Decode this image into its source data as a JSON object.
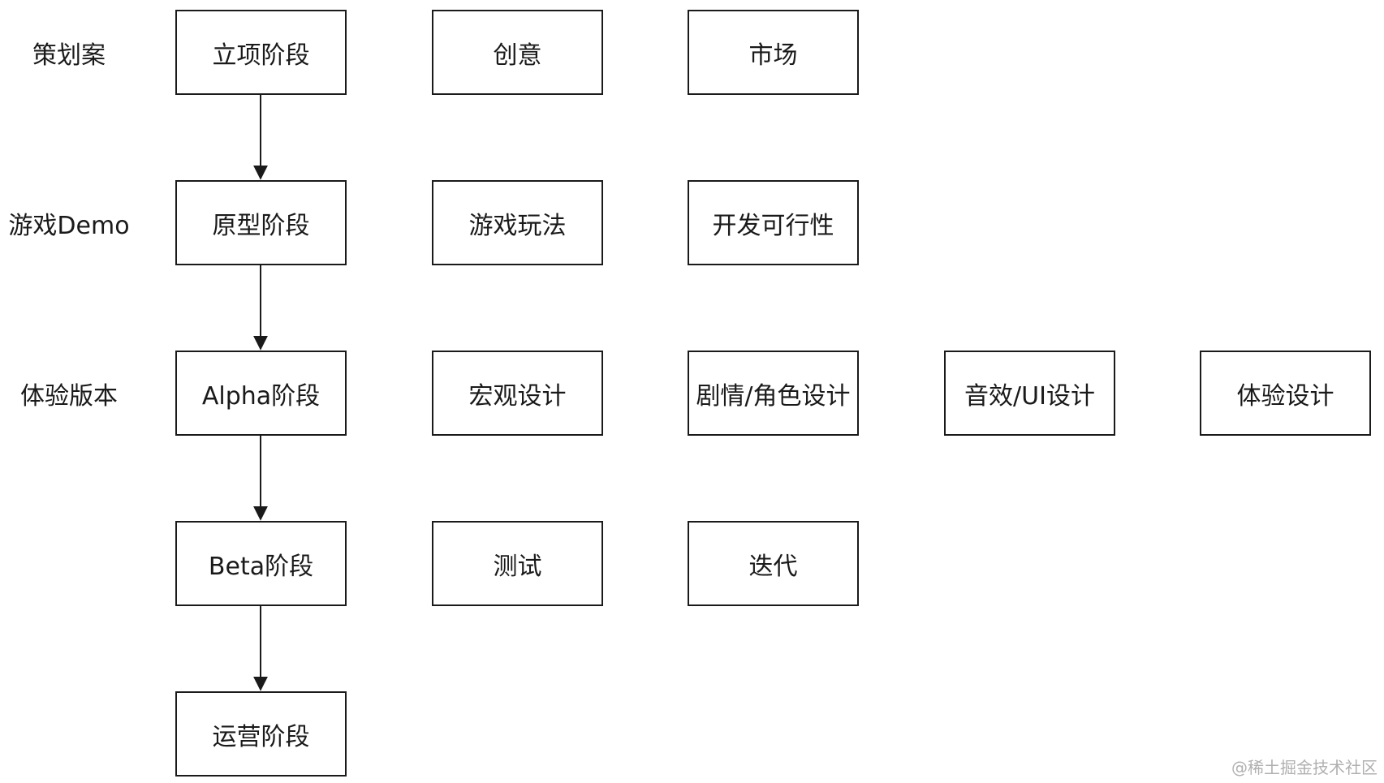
{
  "row_labels": {
    "row1": "策划案",
    "row2": "游戏Demo",
    "row3": "体验版本"
  },
  "stages": [
    "立项阶段",
    "原型阶段",
    "Alpha阶段",
    "Beta阶段",
    "运营阶段"
  ],
  "row1_items": [
    "创意",
    "市场"
  ],
  "row2_items": [
    "游戏玩法",
    "开发可行性"
  ],
  "row3_items": [
    "宏观设计",
    "剧情/角色设计",
    "音效/UI设计",
    "体验设计"
  ],
  "row4_items": [
    "测试",
    "迭代"
  ],
  "watermark": "@稀土掘金技术社区",
  "colors": {
    "stroke": "#1a1a1a",
    "background": "#ffffff",
    "watermark": "#b0b0b0"
  }
}
